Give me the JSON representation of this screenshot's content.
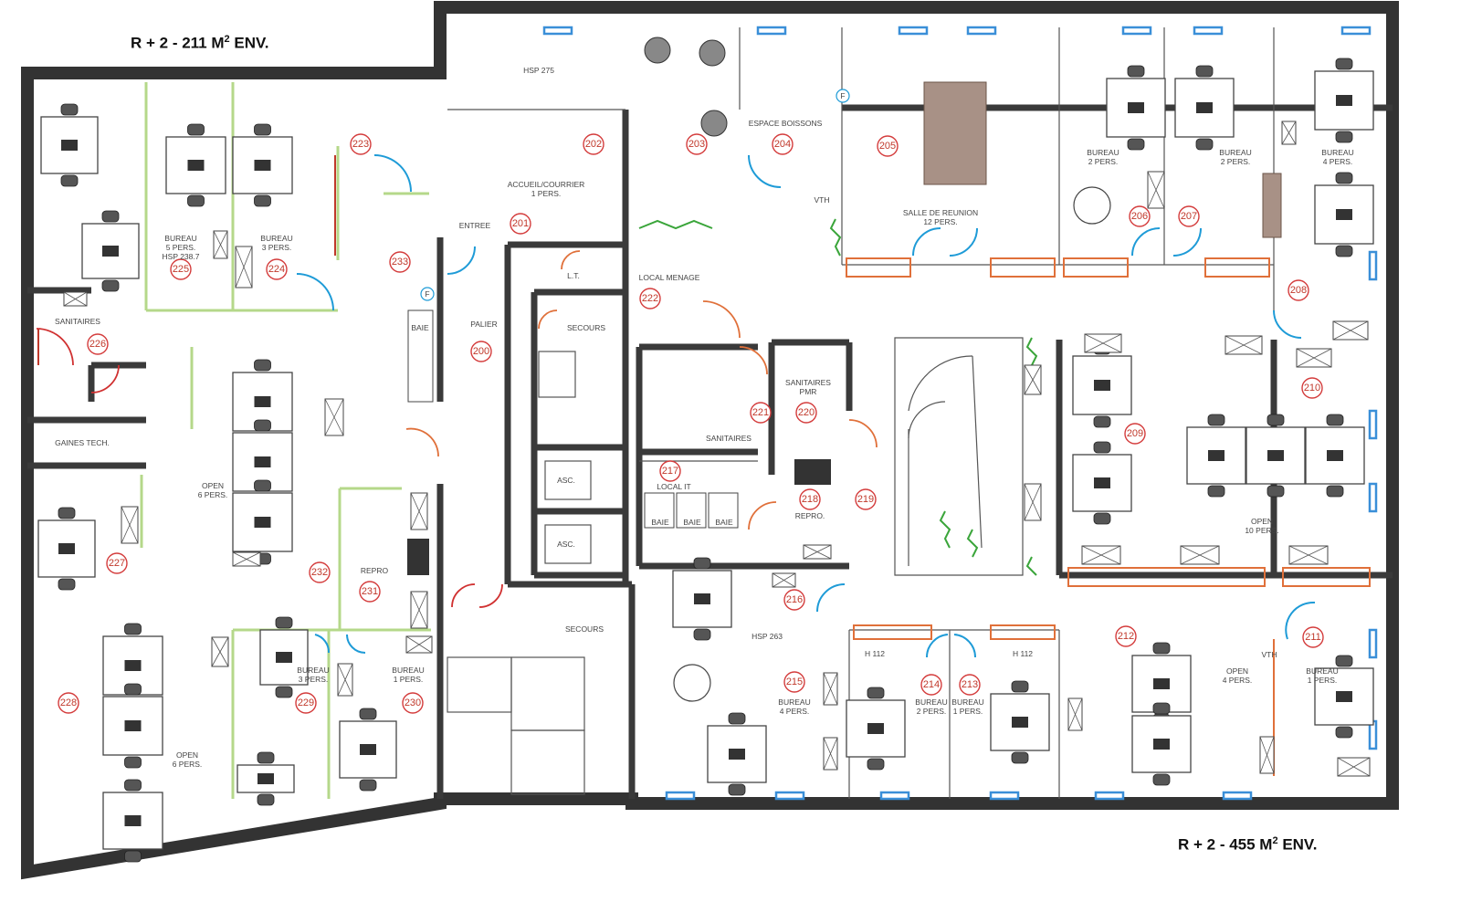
{
  "titles": {
    "left": {
      "prefix": "R + 2 - 211 M",
      "sup": "2",
      "suffix": " ENV."
    },
    "right": {
      "prefix": "R + 2 - 455 M",
      "sup": "2",
      "suffix": " ENV."
    }
  },
  "rooms": [
    {
      "id": "r200",
      "num": "200",
      "label": [
        "PALIER"
      ]
    },
    {
      "id": "r201",
      "num": "201",
      "label": [
        "ENTREE"
      ]
    },
    {
      "id": "r202",
      "num": "202",
      "label": [
        "ACCUEIL/COURRIER",
        "1 PERS."
      ]
    },
    {
      "id": "r203",
      "num": "203",
      "label": []
    },
    {
      "id": "r204",
      "num": "204",
      "label": [
        "ESPACE BOISSONS"
      ]
    },
    {
      "id": "r205",
      "num": "205",
      "label": [
        "SALLE DE REUNION",
        "12 PERS."
      ]
    },
    {
      "id": "r206",
      "num": "206",
      "label": [
        "BUREAU",
        "2 PERS."
      ]
    },
    {
      "id": "r207",
      "num": "207",
      "label": [
        "BUREAU",
        "2 PERS."
      ]
    },
    {
      "id": "r208",
      "num": "208",
      "label": [
        "BUREAU",
        "4 PERS."
      ]
    },
    {
      "id": "r209",
      "num": "209",
      "label": []
    },
    {
      "id": "r210",
      "num": "210",
      "label": [
        "OPEN",
        "10 PERS."
      ]
    },
    {
      "id": "r211",
      "num": "211",
      "label": [
        "BUREAU",
        "1 PERS."
      ]
    },
    {
      "id": "r212",
      "num": "212",
      "label": [
        "OPEN",
        "4 PERS."
      ]
    },
    {
      "id": "r213",
      "num": "213",
      "label": [
        "BUREAU",
        "1 PERS."
      ]
    },
    {
      "id": "r214",
      "num": "214",
      "label": [
        "BUREAU",
        "2 PERS."
      ]
    },
    {
      "id": "r215",
      "num": "215",
      "label": [
        "BUREAU",
        "4 PERS."
      ]
    },
    {
      "id": "r216",
      "num": "216",
      "label": [
        "HSP 263"
      ]
    },
    {
      "id": "r217",
      "num": "217",
      "label": [
        "LOCAL IT"
      ]
    },
    {
      "id": "r218",
      "num": "218",
      "label": [
        "REPRO."
      ]
    },
    {
      "id": "r219",
      "num": "219",
      "label": []
    },
    {
      "id": "r220",
      "num": "220",
      "label": [
        "SANITAIRES",
        "PMR"
      ]
    },
    {
      "id": "r221",
      "num": "221",
      "label": [
        "SANITAIRES"
      ]
    },
    {
      "id": "r222",
      "num": "222",
      "label": [
        "LOCAL MENAGE"
      ]
    },
    {
      "id": "r223",
      "num": "223",
      "label": []
    },
    {
      "id": "r224",
      "num": "224",
      "label": [
        "BUREAU",
        "3 PERS."
      ]
    },
    {
      "id": "r225",
      "num": "225",
      "label": [
        "BUREAU",
        "5 PERS.",
        "HSP 238.7"
      ]
    },
    {
      "id": "r226",
      "num": "226",
      "label": [
        "SANITAIRES"
      ]
    },
    {
      "id": "r227",
      "num": "227",
      "label": []
    },
    {
      "id": "r228",
      "num": "228",
      "label": [
        "OPEN",
        "6 PERS."
      ]
    },
    {
      "id": "r229",
      "num": "229",
      "label": [
        "BUREAU",
        "3 PERS."
      ]
    },
    {
      "id": "r230",
      "num": "230",
      "label": [
        "BUREAU",
        "1 PERS."
      ]
    },
    {
      "id": "r231",
      "num": "231",
      "label": [
        "REPRO"
      ]
    },
    {
      "id": "r232",
      "num": "232",
      "label": [
        "OPEN",
        "6 PERS."
      ]
    },
    {
      "id": "r233",
      "num": "233",
      "label": []
    }
  ],
  "misc_labels": {
    "lt": "L.T.",
    "secours_top": "SECOURS",
    "secours_bottom": "SECOURS",
    "asc1": "ASC.",
    "asc2": "ASC.",
    "gaines": "GAINES TECH.",
    "hsp275": "HSP 275",
    "hsp263": "HSP 263",
    "hsp2387": "HSP 238.7",
    "vth1": "VTH",
    "vth2": "VTH",
    "baie1": "BAIE",
    "baie2": "BAIE",
    "baie3": "BAIE",
    "baie4": "BAIE",
    "h112a": "H 112",
    "h112b": "H 112",
    "f1": "F",
    "f2": "F"
  }
}
